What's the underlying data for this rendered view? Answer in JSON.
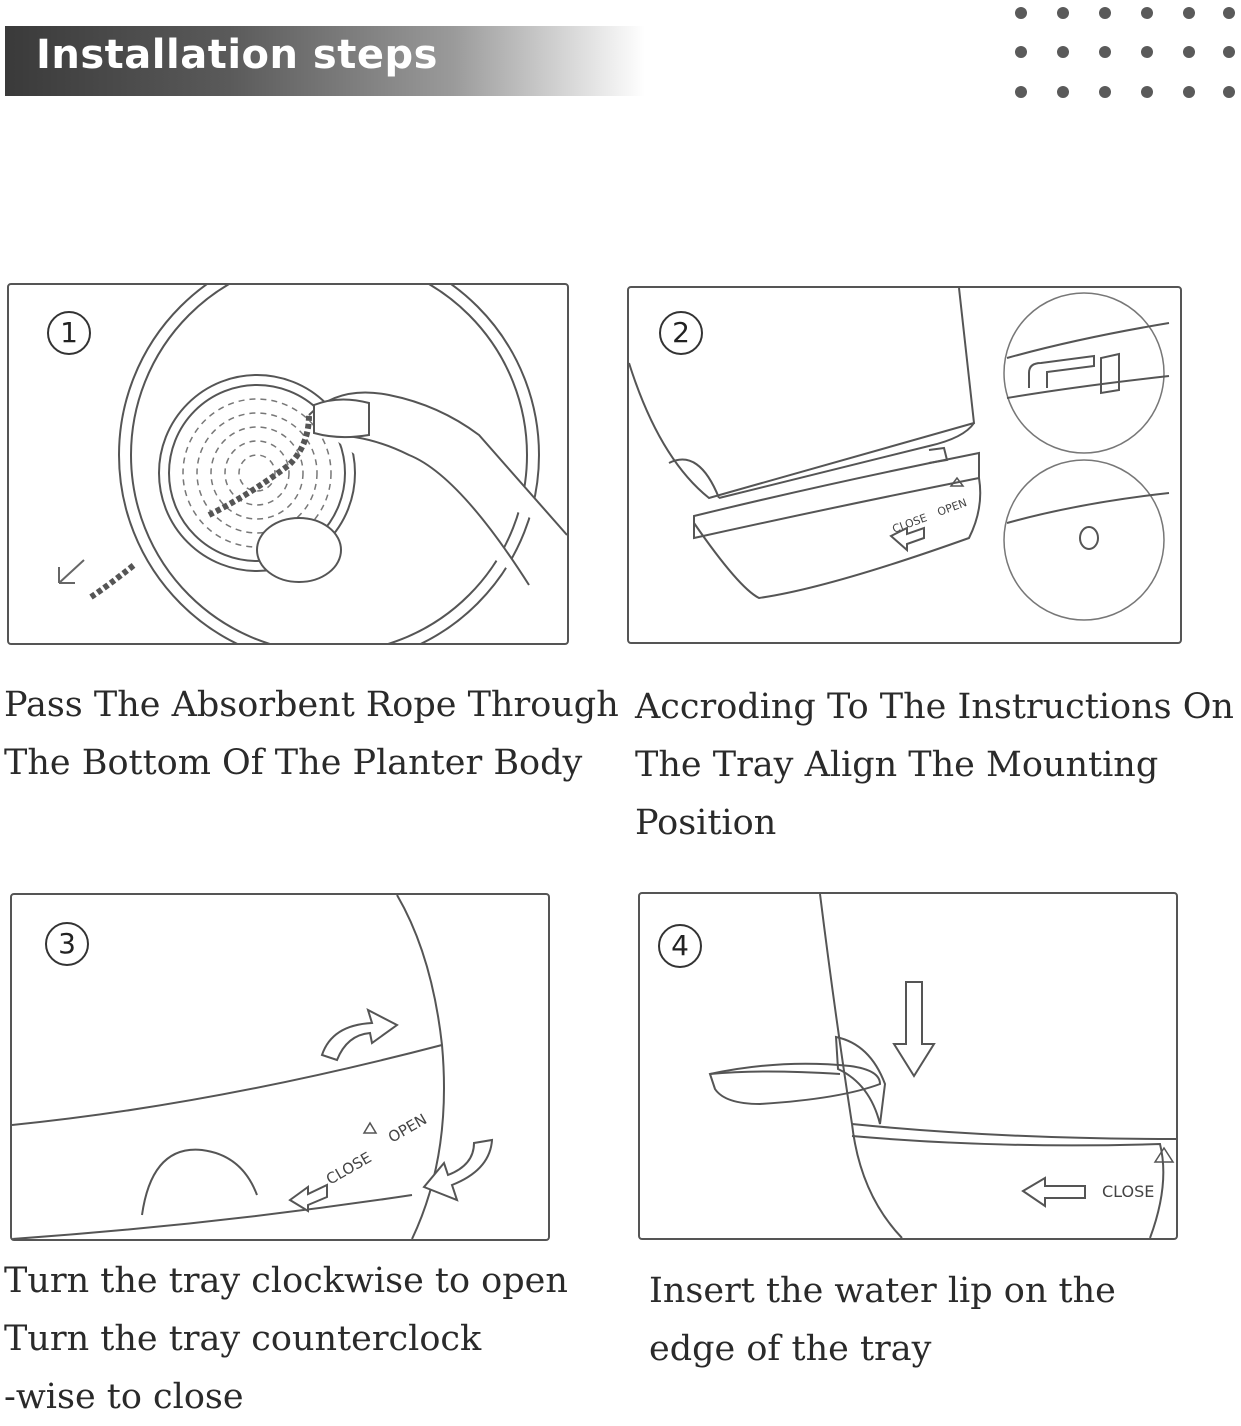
{
  "header": {
    "title": "Installation steps"
  },
  "steps": [
    {
      "number": "1",
      "caption": [
        "Pass The Absorbent Rope Through",
        "The Bottom Of The Planter Body"
      ]
    },
    {
      "number": "2",
      "caption": [
        "Accroding To The Instructions On",
        "The Tray Align The Mounting",
        "Position"
      ],
      "tray_labels": {
        "close": "CLOSE",
        "open": "OPEN"
      }
    },
    {
      "number": "3",
      "caption": [
        "Turn the tray clockwise to open",
        "Turn the tray counterclock",
        "-wise to close"
      ],
      "tray_labels": {
        "close": "CLOSE",
        "open": "OPEN"
      }
    },
    {
      "number": "4",
      "caption": [
        "Insert the water lip on the",
        "edge of the tray"
      ],
      "tray_labels": {
        "close": "CLOSE"
      }
    }
  ],
  "colors": {
    "line": "#555555",
    "banner_dark": "#3a3a3a",
    "dots": "#5a5a5a"
  }
}
